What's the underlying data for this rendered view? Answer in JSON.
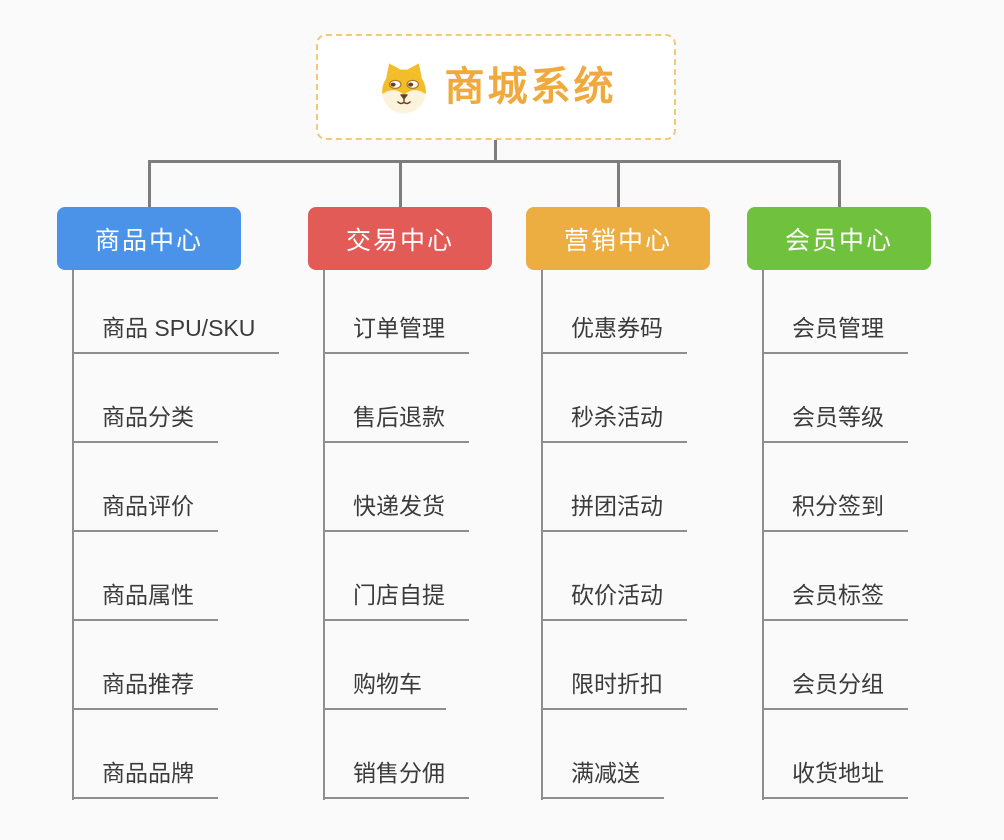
{
  "theme": {
    "bg": "#fafafa",
    "tree-line": "#7d7d7d",
    "leaf-line": "#8e8e8e",
    "leaf-text": "#3b3b3b",
    "node-text": "#ffffff"
  },
  "root": {
    "title": "商城系统",
    "icon": "dog-face-icon",
    "text_color": "#f0a93c",
    "border_color": "#f3c879"
  },
  "branches": [
    {
      "label": "商品中心",
      "color": "#4b93e8",
      "children": [
        "商品 SPU/SKU",
        "商品分类",
        "商品评价",
        "商品属性",
        "商品推荐",
        "商品品牌"
      ]
    },
    {
      "label": "交易中心",
      "color": "#e25b57",
      "children": [
        "订单管理",
        "售后退款",
        "快递发货",
        "门店自提",
        "购物车",
        "销售分佣"
      ]
    },
    {
      "label": "营销中心",
      "color": "#ecae41",
      "children": [
        "优惠券码",
        "秒杀活动",
        "拼团活动",
        "砍价活动",
        "限时折扣",
        "满减送"
      ]
    },
    {
      "label": "会员中心",
      "color": "#6fc13e",
      "children": [
        "会员管理",
        "会员等级",
        "积分签到",
        "会员标签",
        "会员分组",
        "收货地址"
      ]
    }
  ]
}
